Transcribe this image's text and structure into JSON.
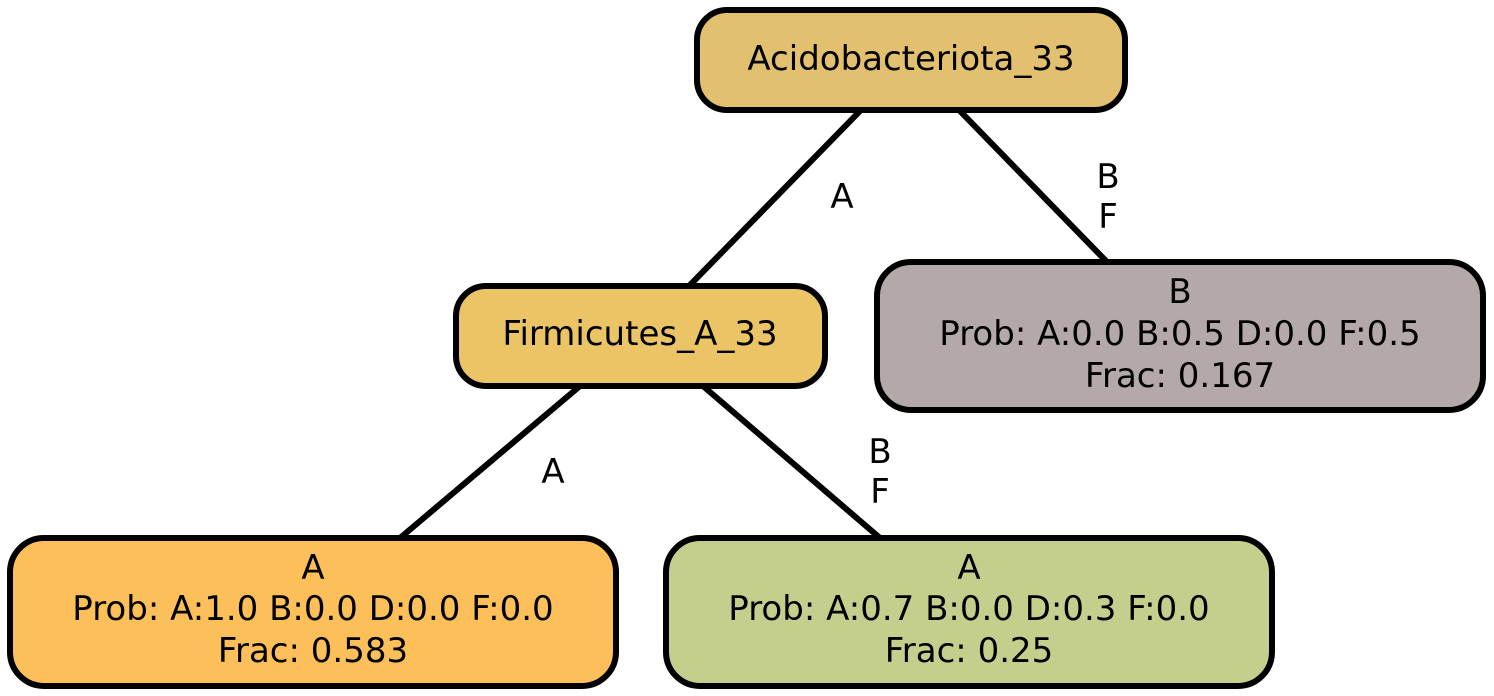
{
  "colors": {
    "root": "#e2c06f",
    "firmicutes": "#ebc466",
    "leaf_a1": "#fcbf59",
    "leaf_a07": "#c5cf8d",
    "leaf_b": "#b3a9a8"
  },
  "nodes": {
    "root": {
      "title": "Acidobacteriota_33"
    },
    "firmicutes": {
      "title": "Firmicutes_A_33"
    },
    "leaf_a1": {
      "class": "A",
      "prob": "Prob: A:1.0 B:0.0 D:0.0 F:0.0",
      "frac": "Frac: 0.583"
    },
    "leaf_a07": {
      "class": "A",
      "prob": "Prob: A:0.7 B:0.0 D:0.3 F:0.0",
      "frac": "Frac: 0.25"
    },
    "leaf_b": {
      "class": "B",
      "prob": "Prob: A:0.0 B:0.5 D:0.0 F:0.5",
      "frac": "Frac: 0.167"
    }
  },
  "edges": {
    "root_to_firmicutes": {
      "line1": "A"
    },
    "root_to_leaf_b": {
      "line1": "B",
      "line2": "F"
    },
    "firmicutes_to_leaf_a1": {
      "line1": "A"
    },
    "firmicutes_to_leaf_a07": {
      "line1": "B",
      "line2": "F"
    }
  }
}
